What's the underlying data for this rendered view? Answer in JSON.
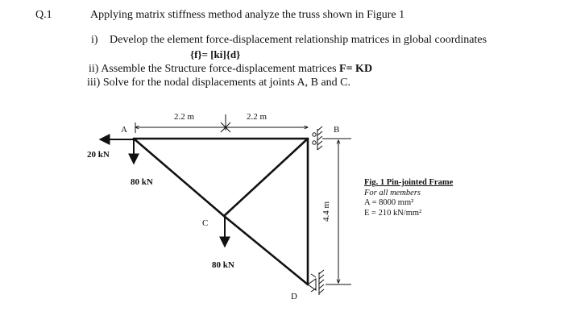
{
  "question": {
    "number": "Q.1",
    "prompt": "Applying matrix stiffness method analyze the truss shown in Figure 1"
  },
  "tasks": [
    {
      "roman": "i)",
      "text": "Develop the element force-displacement relationship matrices in global coordinates"
    },
    {
      "roman": "ii)",
      "text": "Assemble the Structure force-displacement matrices ",
      "emphasis": "F= KD"
    },
    {
      "roman": "iii)",
      "text": "Solve for the nodal displacements at joints A, B and C."
    }
  ],
  "equation": "{f}= [ki]{d}",
  "figure": {
    "dims": {
      "left_span": "2.2 m",
      "right_span": "2.2 m",
      "height": "4.4 m"
    },
    "joints": {
      "a": "A",
      "b": "B",
      "c": "C",
      "d": "D"
    },
    "loads": {
      "horizontal_a": "20 kN",
      "vertical_a": "80 kN",
      "vertical_c": "80 kN"
    },
    "caption": {
      "title": "Fig. 1 Pin-jointed Frame",
      "subtitle": "For all members",
      "area": "A = 8000 mm²",
      "modulus": "E = 210 kN/mm²"
    }
  }
}
